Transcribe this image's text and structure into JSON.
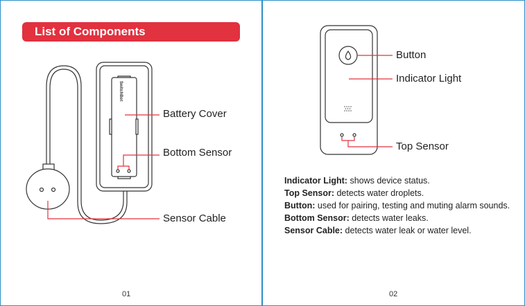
{
  "page1": {
    "banner": "List of Components",
    "device_brand": "SwitchBot",
    "labels": {
      "battery_cover": "Battery Cover",
      "bottom_sensor": "Bottom Sensor",
      "sensor_cable": "Sensor Cable"
    },
    "page_number": "01"
  },
  "page2": {
    "labels": {
      "button": "Button",
      "indicator_light": "Indicator Light",
      "top_sensor": "Top Sensor"
    },
    "descriptions": [
      {
        "term": "Indicator Light:",
        "text": " shows device status."
      },
      {
        "term": "Top Sensor:",
        "text": " detects water droplets."
      },
      {
        "term": "Button:",
        "text": " used for pairing, testing and muting alarm sounds."
      },
      {
        "term": "Bottom Sensor:",
        "text": " detects water leaks."
      },
      {
        "term": "Sensor Cable:",
        "text": " detects water leak or water level."
      }
    ],
    "page_number": "02"
  },
  "colors": {
    "accent": "#e2313f",
    "frame": "#2b8fc8",
    "line": "#333333"
  }
}
